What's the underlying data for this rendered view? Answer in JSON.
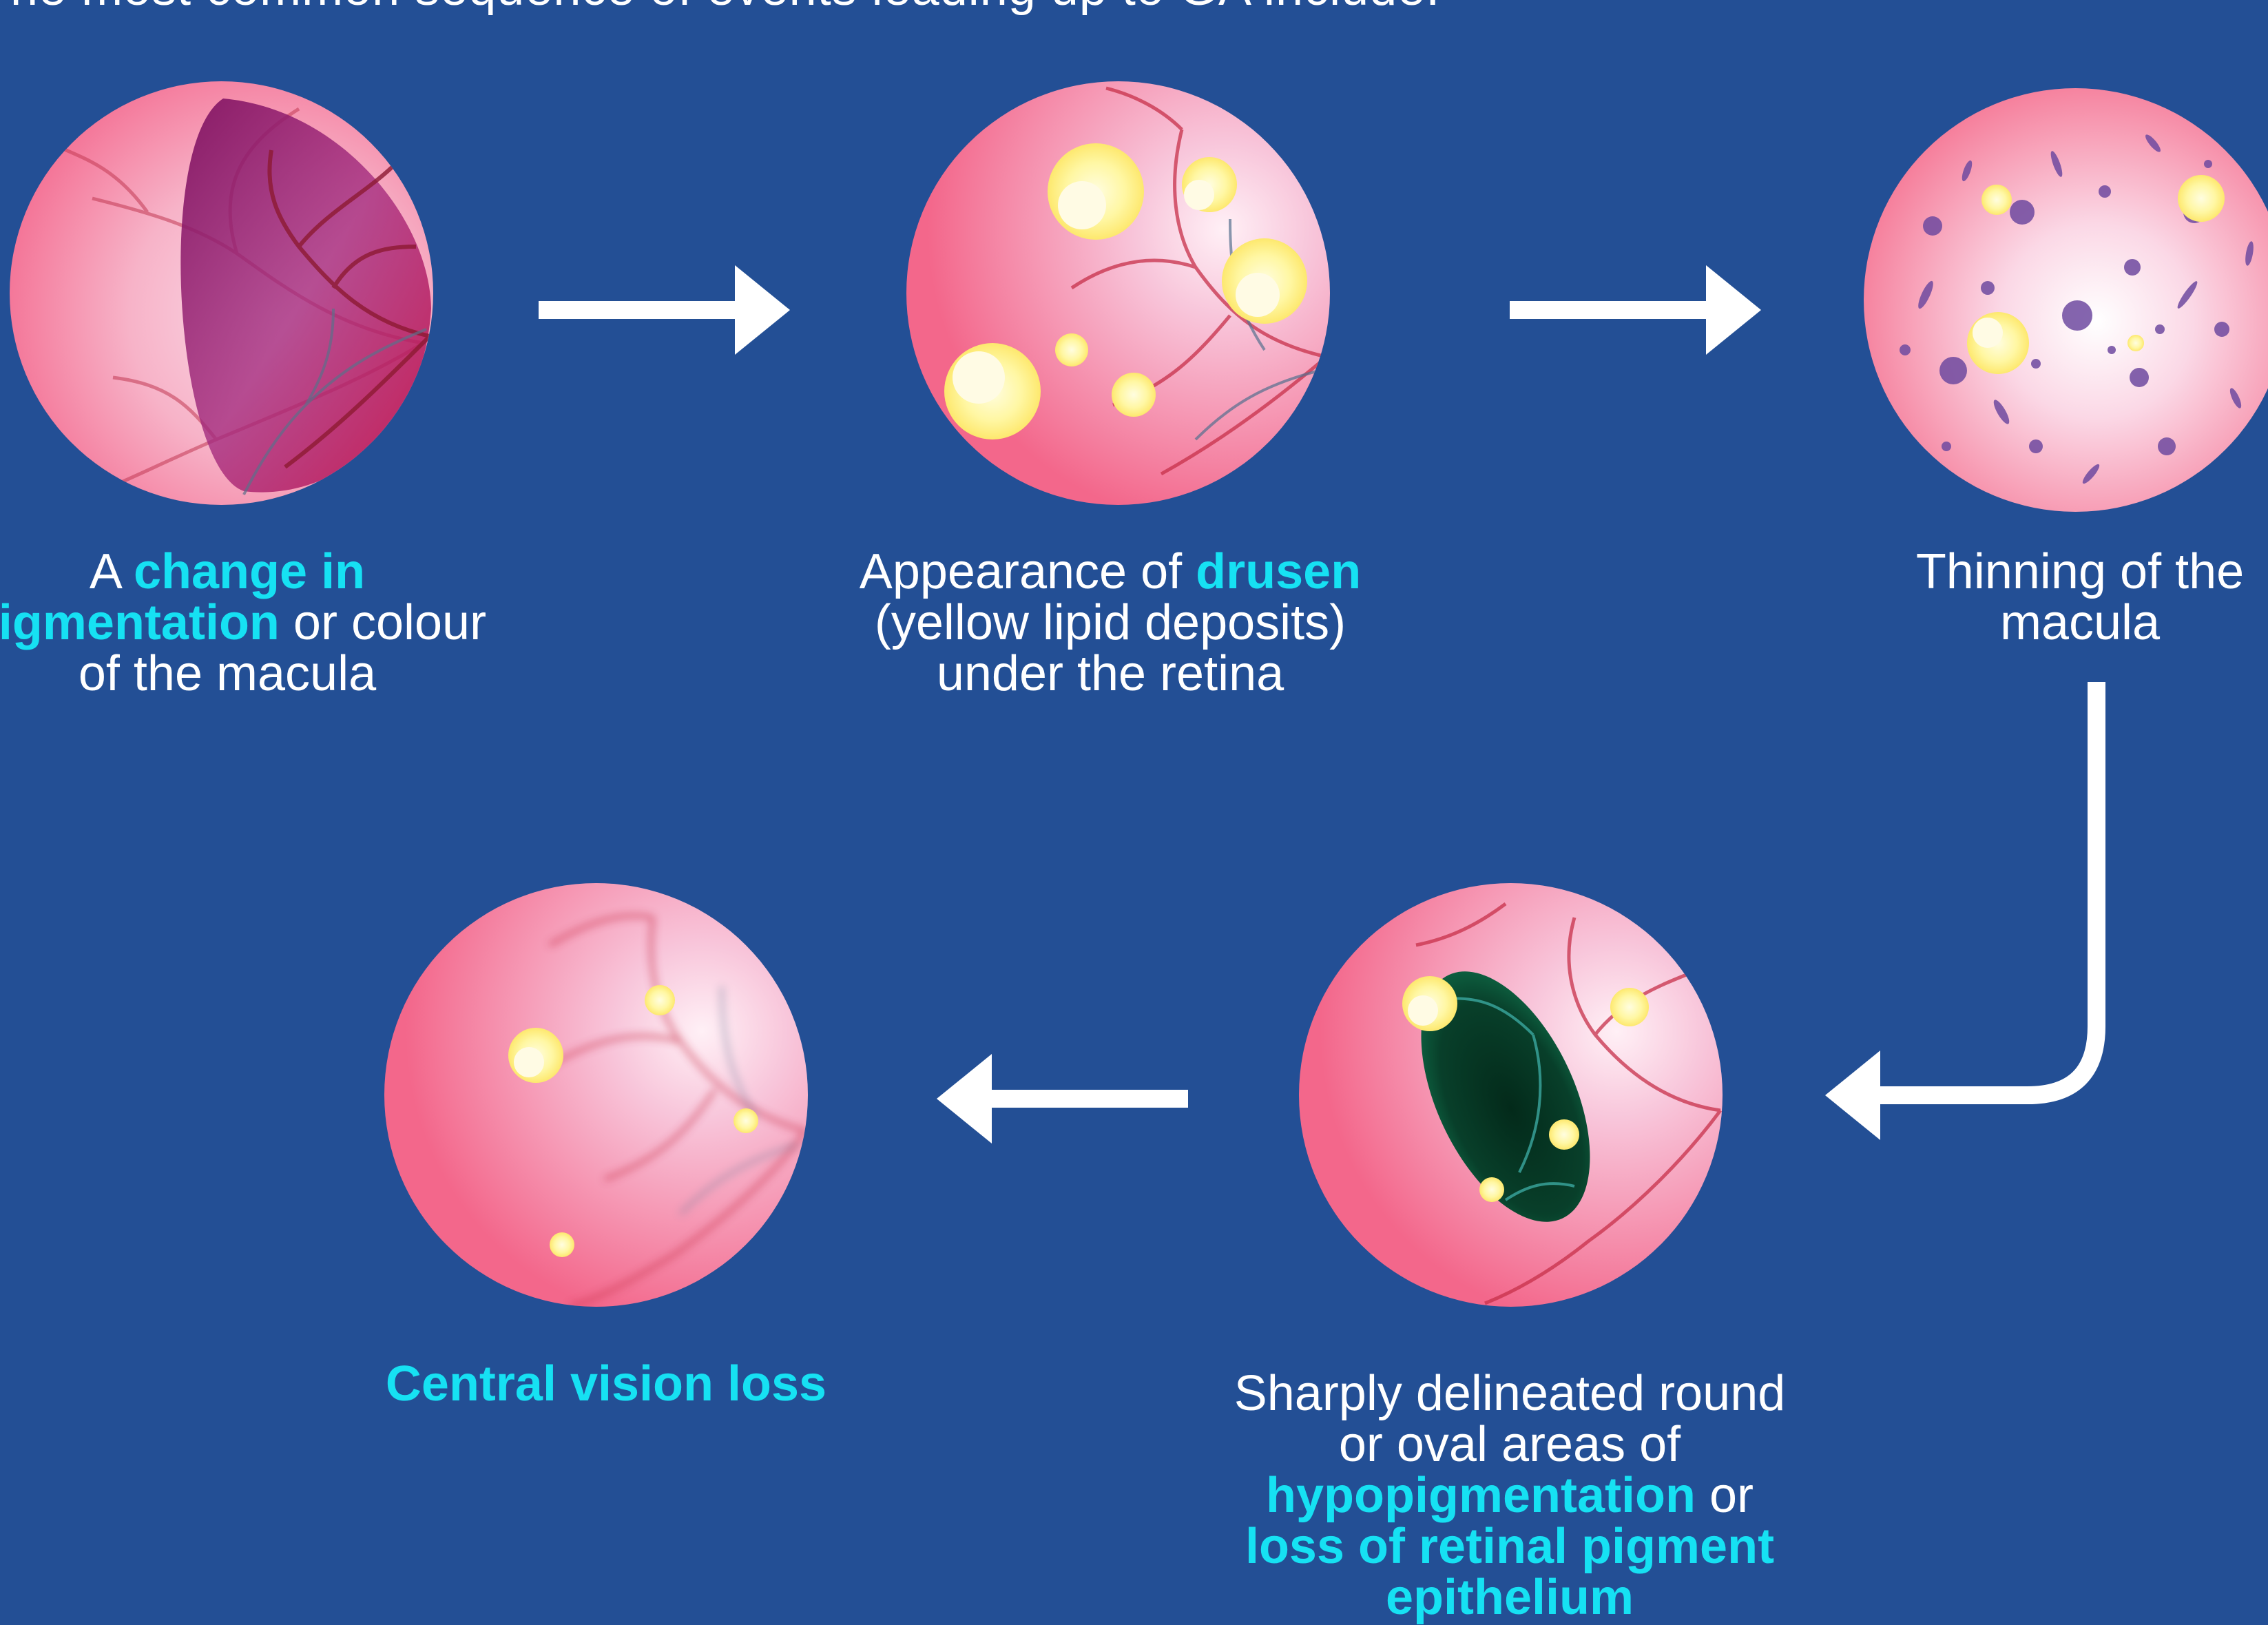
{
  "header": {
    "text": "The most common sequence of events leading up to GA include:"
  },
  "colors": {
    "background": "#234f95",
    "highlight": "#16e1f3",
    "text": "#ffffff",
    "arrow": "#ffffff"
  },
  "steps": [
    {
      "line1_pre": "A ",
      "line1_hl": "change in",
      "line2_hl": "pigmentation",
      "line2_post": " or colour",
      "line3": "of the macula"
    },
    {
      "line1_pre": "Appearance of ",
      "line1_hl": "drusen",
      "line2": "(yellow lipid deposits)",
      "line3": "under the retina"
    },
    {
      "line1": "Thinning of the",
      "line2": "macula"
    },
    {
      "line1": "Sharply delineated round",
      "line2": "or oval areas of",
      "line3_hl": "hypopigmentation",
      "line3_post": " or",
      "line4_hl": "loss of retinal pigment",
      "line5_hl": "epithelium"
    },
    {
      "line1_hl": "Central vision loss"
    }
  ],
  "icons": {
    "fundus_1": "retina-pigment-change-icon",
    "fundus_2": "retina-drusen-icon",
    "fundus_3": "retina-thinning-icon",
    "fundus_4": "retina-hypopigmentation-icon",
    "fundus_5": "retina-vision-loss-icon"
  }
}
